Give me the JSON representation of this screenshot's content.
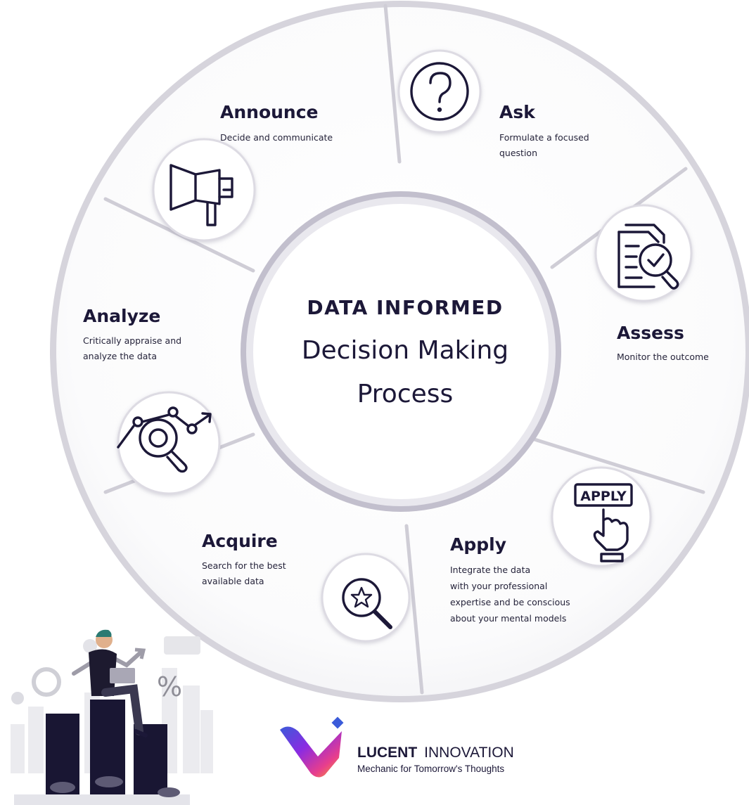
{
  "center": {
    "line1": "DATA INFORMED",
    "line2": "Decision Making",
    "line3": "Process"
  },
  "segments": [
    {
      "title": "Announce",
      "desc": [
        "Decide and communicate"
      ],
      "icon": "megaphone-icon"
    },
    {
      "title": "Ask",
      "desc": [
        "Formulate a focused",
        "question"
      ],
      "icon": "question-mark-icon"
    },
    {
      "title": "Assess",
      "desc": [
        "Monitor the outcome"
      ],
      "icon": "document-check-magnifier-icon"
    },
    {
      "title": "Apply",
      "desc": [
        "Integrate the data",
        "with your professional",
        "expertise and be conscious",
        "about your mental models"
      ],
      "icon": "apply-button-hand-icon",
      "icon_label": "APPLY"
    },
    {
      "title": "Acquire",
      "desc": [
        "Search for the best",
        "available data"
      ],
      "icon": "star-magnifier-icon"
    },
    {
      "title": "Analyze",
      "desc": [
        "Critically appraise and",
        "analyze the data"
      ],
      "icon": "analysis-magnifier-icon"
    }
  ],
  "brand": {
    "name_bold": "LUCENT",
    "name_rest": "INNOVATION",
    "tagline": "Mechanic for Tomorrow's Thoughts"
  },
  "illustration": {
    "percent_symbol": "%"
  },
  "colors": {
    "ink": "#1c1838",
    "ring": "#cfcdd6",
    "inner_ring": "#a9a5b9",
    "logo_gradient": [
      "#3b5bd9",
      "#8a2be2",
      "#e83e8c",
      "#f6a623"
    ]
  }
}
